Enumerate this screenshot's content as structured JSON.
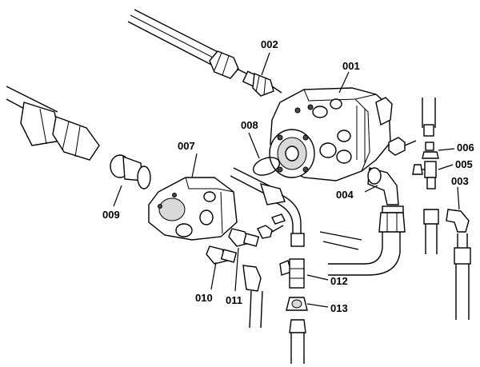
{
  "callouts": {
    "c001": "001",
    "c002": "002",
    "c003": "003",
    "c004": "004",
    "c005": "005",
    "c006": "006",
    "c007": "007",
    "c008": "008",
    "c009": "009",
    "c010": "010",
    "c011": "011",
    "c012": "012",
    "c013": "013"
  },
  "colors": {
    "ink": "#000000",
    "fill": "#ffffff",
    "shade": "#d9d9d9"
  }
}
